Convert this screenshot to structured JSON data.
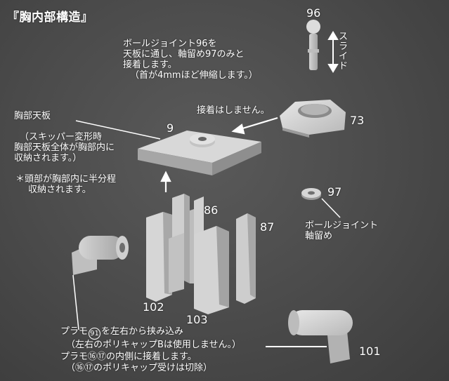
{
  "title": "『胸内部構造』",
  "part_numbers": {
    "p96": "96",
    "p73": "73",
    "p9": "9",
    "p97": "97",
    "p86": "86",
    "p87": "87",
    "p102": "102",
    "p103": "103",
    "p101": "101"
  },
  "notes": {
    "ball_joint_96": [
      "ボールジョイント96を",
      "天板に通し、軸留め97のみと",
      "接着します。",
      "（首が4mmほど伸縮します。）"
    ],
    "slide_label": "スライド",
    "no_glue": "接着はしません。",
    "chest_top_label": "胸部天板",
    "chest_top_detail": [
      "（スキッパー変形時",
      "胸部天板全体が胸部内に",
      "収納されます。）"
    ],
    "head_note": [
      "＊頭部が胸部内に半分程",
      "収納されます。"
    ],
    "ball_joint_97": [
      "ボールジョイント",
      "軸留め"
    ],
    "plamo": {
      "line1_pre": "プラモ",
      "line1_circle": "91",
      "line1_post": "を左右から挟み込み",
      "line2": "（左右のポリキャップBは使用しません。）",
      "line3": "プラモ⑯⑰の内側に接着します。",
      "line4": "（⑯⑰のポリキャップ受けは切除）"
    }
  }
}
